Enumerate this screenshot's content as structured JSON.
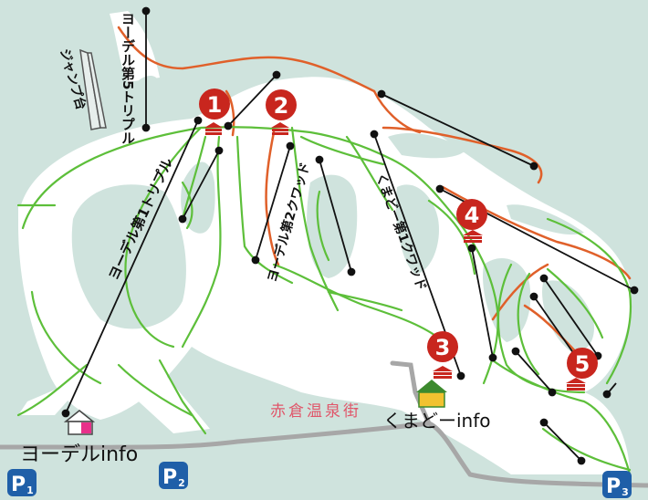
{
  "lifts": {
    "yodel_5_triple": "ヨーデル第5トリプル",
    "yodel_1_triple": "ヨーデル第1トリプル",
    "yodel_2_quad": "ヨーデル第2クワッド",
    "kumado_1_quad": "くまどー第1クワッド"
  },
  "facilities": {
    "jump": "ジャンプ台",
    "onsen": "赤倉温泉街",
    "yodel_info": "ヨーデルinfo",
    "kumado_info": "くまどーinfo"
  },
  "markers": [
    "1",
    "2",
    "3",
    "4",
    "5"
  ],
  "parking": [
    "P1",
    "P2",
    "P3"
  ],
  "parking_letter": "P",
  "parking_sub": [
    "1",
    "2",
    "3"
  ],
  "colors": {
    "background": "#cfe3dd",
    "snow": "#ffffff",
    "green_course": "#5dbf3a",
    "red_course": "#e0602a",
    "marker": "#c8261e",
    "road": "#a7a7a7",
    "parking": "#1f5fa8",
    "onsen_text": "#e0566a",
    "info_pink": "#e8308a",
    "info_green": "#3c8a2e"
  }
}
